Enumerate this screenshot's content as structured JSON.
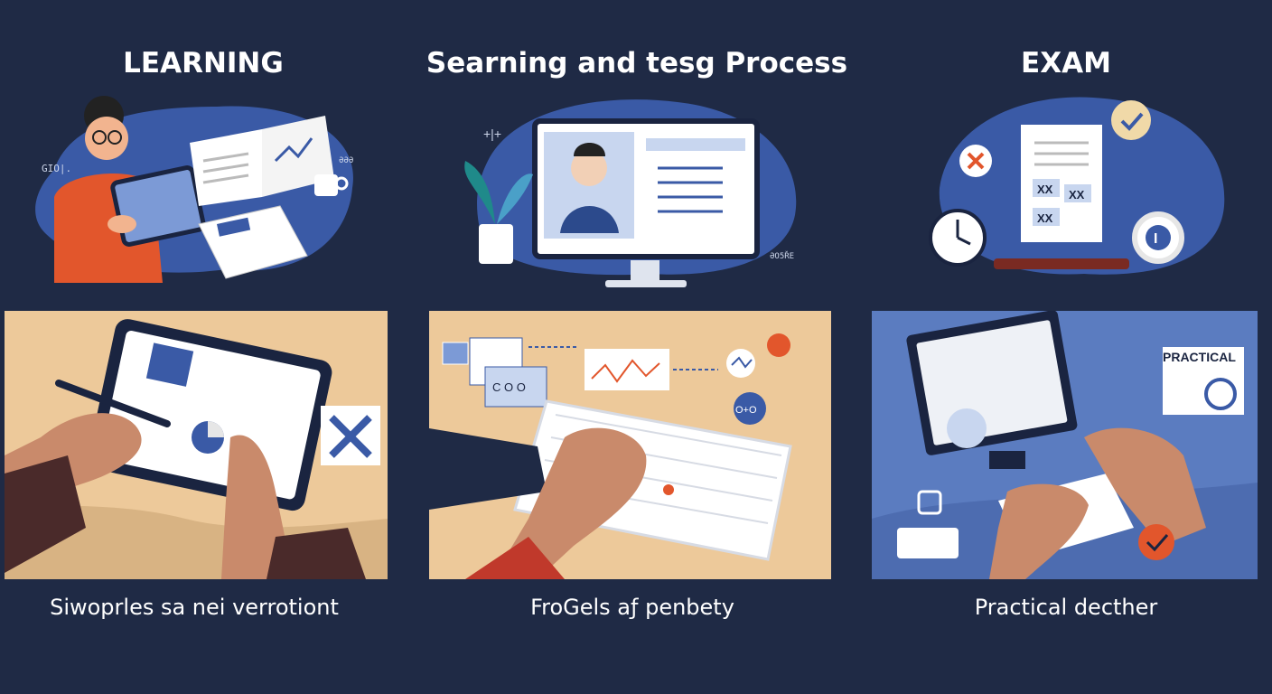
{
  "columns": [
    {
      "title": "LEARNING",
      "caption": "Siwoprles sa nei verrotiont"
    },
    {
      "title": "Searning and tesg Process",
      "caption": "FroGels aƒ penbety"
    },
    {
      "title": "EXAM",
      "caption": "Practical decther"
    }
  ],
  "decor": {
    "learning_small_left": "GIO|.",
    "learning_small_right": "ƏƏƏ",
    "process_small_right": "ƏO5ŘE",
    "exam_marks": [
      "XX",
      "XX",
      "XX"
    ],
    "exam_badge": "I",
    "panel_practical_label": "PRACTICAL",
    "panel_process_node": "C O O",
    "panel_process_node2": "O+O"
  },
  "colors": {
    "background": "#1f2a45",
    "blob": "#3a5aa6",
    "accent_orange": "#e2562c",
    "panel_tan": "#edc99a",
    "panel_blue": "#5b7cc0"
  }
}
